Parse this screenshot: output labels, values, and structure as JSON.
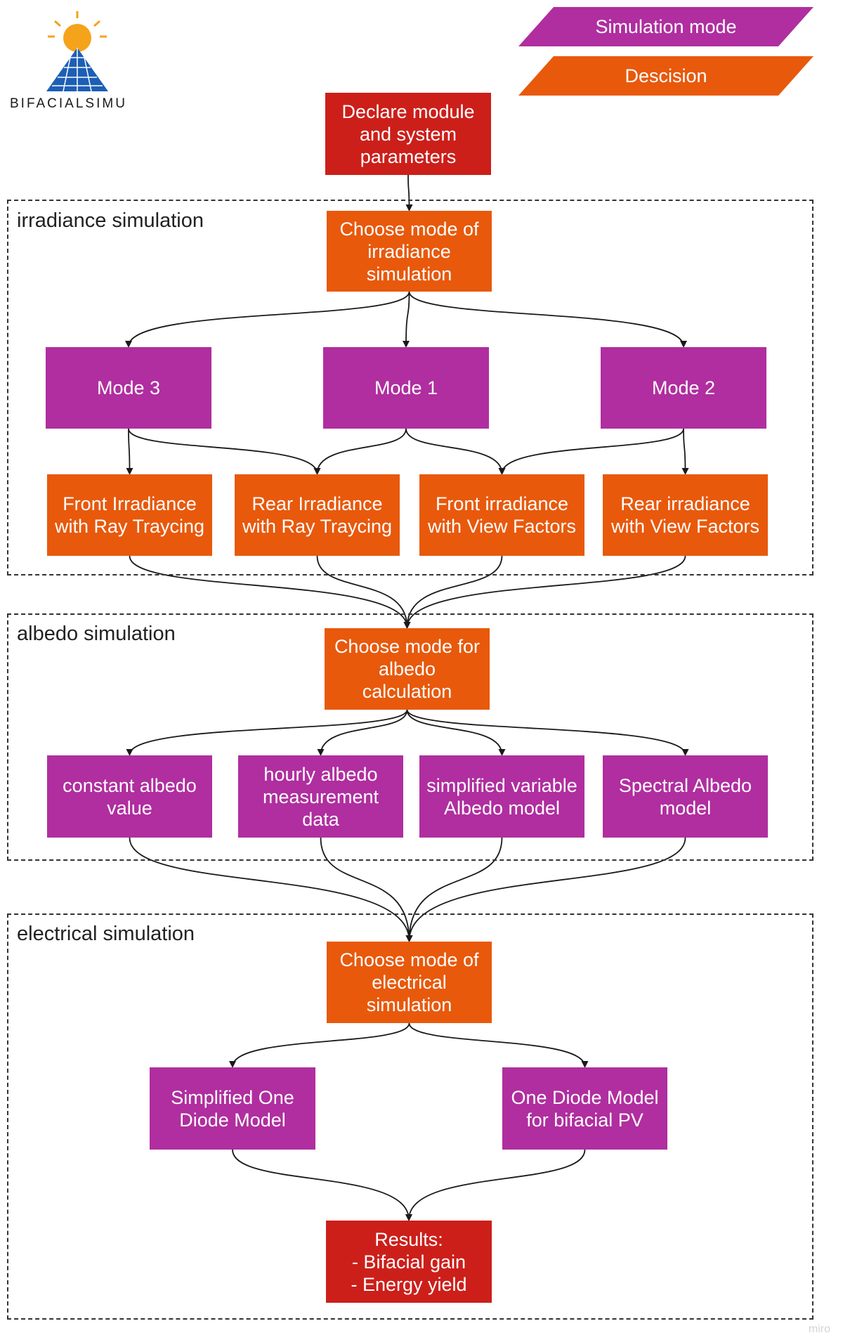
{
  "logo": {
    "text": "BIFACIALSIMU",
    "icon": "sun-over-solar-panel-icon"
  },
  "legend": {
    "simulation_mode": "Simulation mode",
    "decision": "Descision",
    "simulation_mode_color": "#b02e9f",
    "decision_color": "#e8590c"
  },
  "colors": {
    "start_end": "#cc1f1a",
    "decision": "#e8590c",
    "mode": "#b02e9f"
  },
  "start": {
    "label": "Declare module\nand system\nparameters"
  },
  "irradiance": {
    "group_label": "irradiance simulation",
    "decision": "Choose mode of\nirradiance\nsimulation",
    "modes": [
      "Mode 3",
      "Mode 1",
      "Mode 2"
    ],
    "outputs": [
      "Front Irradiance\nwith Ray Traycing",
      "Rear Irradiance\nwith Ray Traycing",
      "Front irradiance\nwith View Factors",
      "Rear irradiance\nwith View Factors"
    ]
  },
  "albedo": {
    "group_label": "albedo simulation",
    "decision": "Choose mode for\nalbedo\ncalculation",
    "options": [
      "constant albedo\nvalue",
      "hourly albedo\nmeasurement\ndata",
      "simplified variable\nAlbedo model",
      "Spectral Albedo\nmodel"
    ]
  },
  "electrical": {
    "group_label": "electrical simulation",
    "decision": "Choose mode of\nelectrical\nsimulation",
    "options": [
      "Simplified One\nDiode Model",
      "One Diode Model\nfor bifacial PV"
    ]
  },
  "results": {
    "label": "Results:\n- Bifacial gain\n- Energy yield"
  },
  "watermark": "miro"
}
